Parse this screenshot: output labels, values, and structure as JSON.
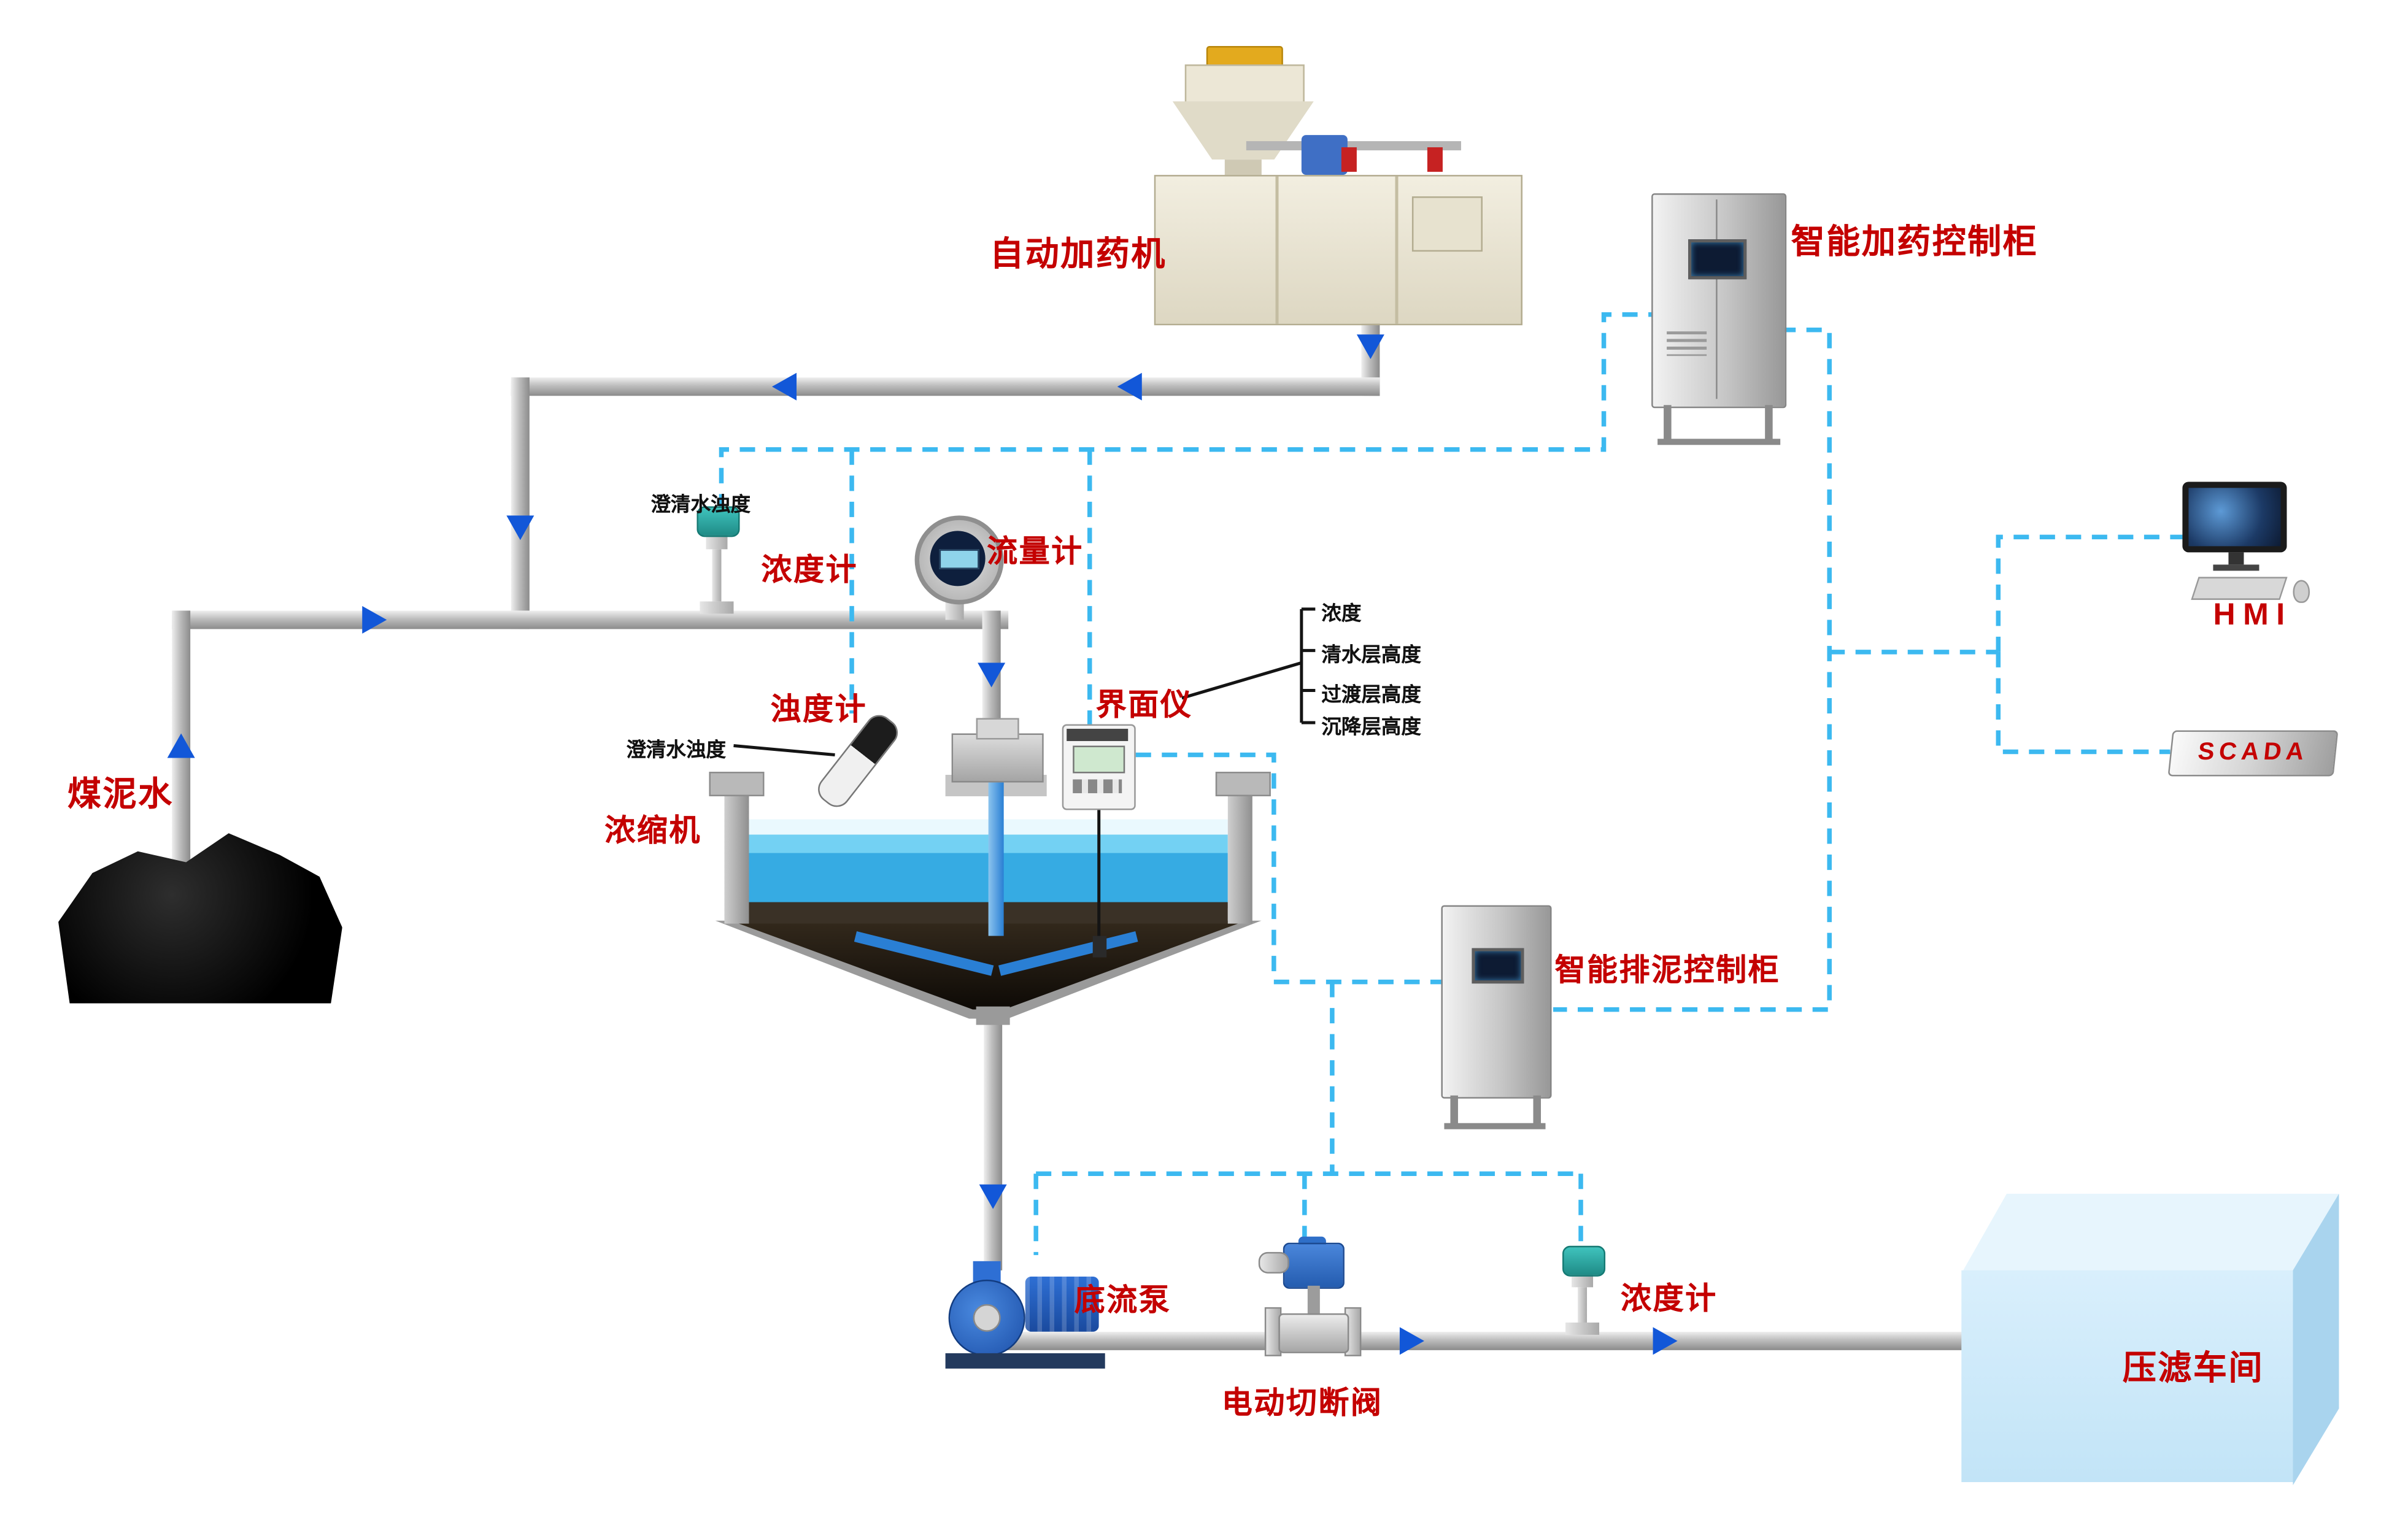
{
  "colors": {
    "label_red": "#c40000",
    "signal_line_blue": "#3cb9f0",
    "flow_arrow_blue": "#1257d8",
    "water_blue": "#36abe3",
    "pipe_gray": "#bdbdbd"
  },
  "icons": {
    "flow_arrow": "solid blue triangle",
    "signal_line": "dashed cyan polyline"
  },
  "labels": {
    "dosing_machine": "自动加药机",
    "dosing_cabinet": "智能加药控制柜",
    "hmi": "HMI",
    "scada": "SCADA",
    "coal_slurry": "煤泥水",
    "densitometer": "浓度计",
    "clarified_water_turbidity": "澄清水浊度",
    "flow_meter": "流量计",
    "turbidity_meter": "浊度计",
    "interface_meter": "界面仪",
    "thickener": "浓缩机",
    "mud_cabinet": "智能排泥控制柜",
    "underflow_pump": "底流泵",
    "shutoff_valve": "电动切断阀",
    "filter_press": "压滤车间"
  },
  "interface_params": [
    "浓度",
    "清水层高度",
    "过渡层高度",
    "沉降层高度"
  ]
}
